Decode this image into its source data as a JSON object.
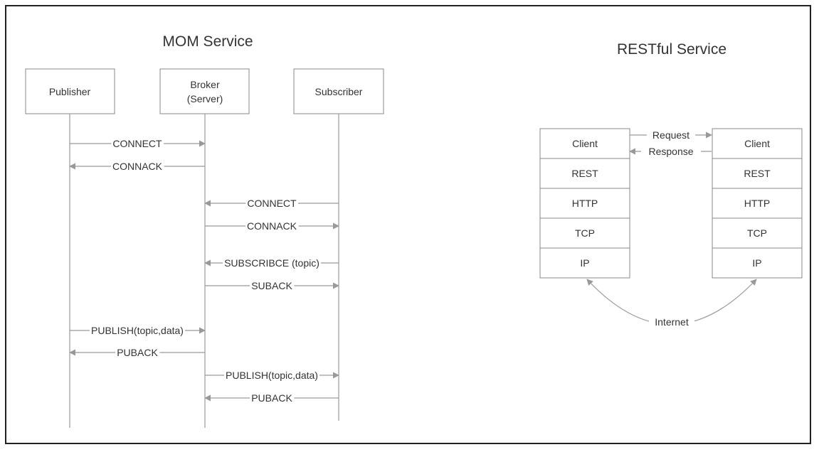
{
  "mom": {
    "title": "MOM Service",
    "participants": {
      "publisher": "Publisher",
      "broker_line1": "Broker",
      "broker_line2": "(Server)",
      "subscriber": "Subscriber"
    },
    "messages": [
      {
        "label": "CONNECT",
        "from": "publisher",
        "to": "broker"
      },
      {
        "label": "CONNACK",
        "from": "broker",
        "to": "publisher"
      },
      {
        "label": "CONNECT",
        "from": "subscriber",
        "to": "broker"
      },
      {
        "label": "CONNACK",
        "from": "broker",
        "to": "subscriber"
      },
      {
        "label": "SUBSCRIBCE (topic)",
        "from": "subscriber",
        "to": "broker"
      },
      {
        "label": "SUBACK",
        "from": "broker",
        "to": "subscriber"
      },
      {
        "label": "PUBLISH(topic,data)",
        "from": "publisher",
        "to": "broker"
      },
      {
        "label": "PUBACK",
        "from": "broker",
        "to": "publisher"
      },
      {
        "label": "PUBLISH(topic,data)",
        "from": "broker",
        "to": "subscriber"
      },
      {
        "label": "PUBACK",
        "from": "subscriber",
        "to": "broker"
      }
    ]
  },
  "rest": {
    "title": "RESTful Service",
    "left_stack": [
      "Client",
      "REST",
      "HTTP",
      "TCP",
      "IP"
    ],
    "right_stack": [
      "Client",
      "REST",
      "HTTP",
      "TCP",
      "IP"
    ],
    "request_label": "Request",
    "response_label": "Response",
    "internet_label": "Internet"
  },
  "colors": {
    "line": "#999999",
    "box_border": "#888888",
    "text": "#333333",
    "frame": "#222222"
  }
}
